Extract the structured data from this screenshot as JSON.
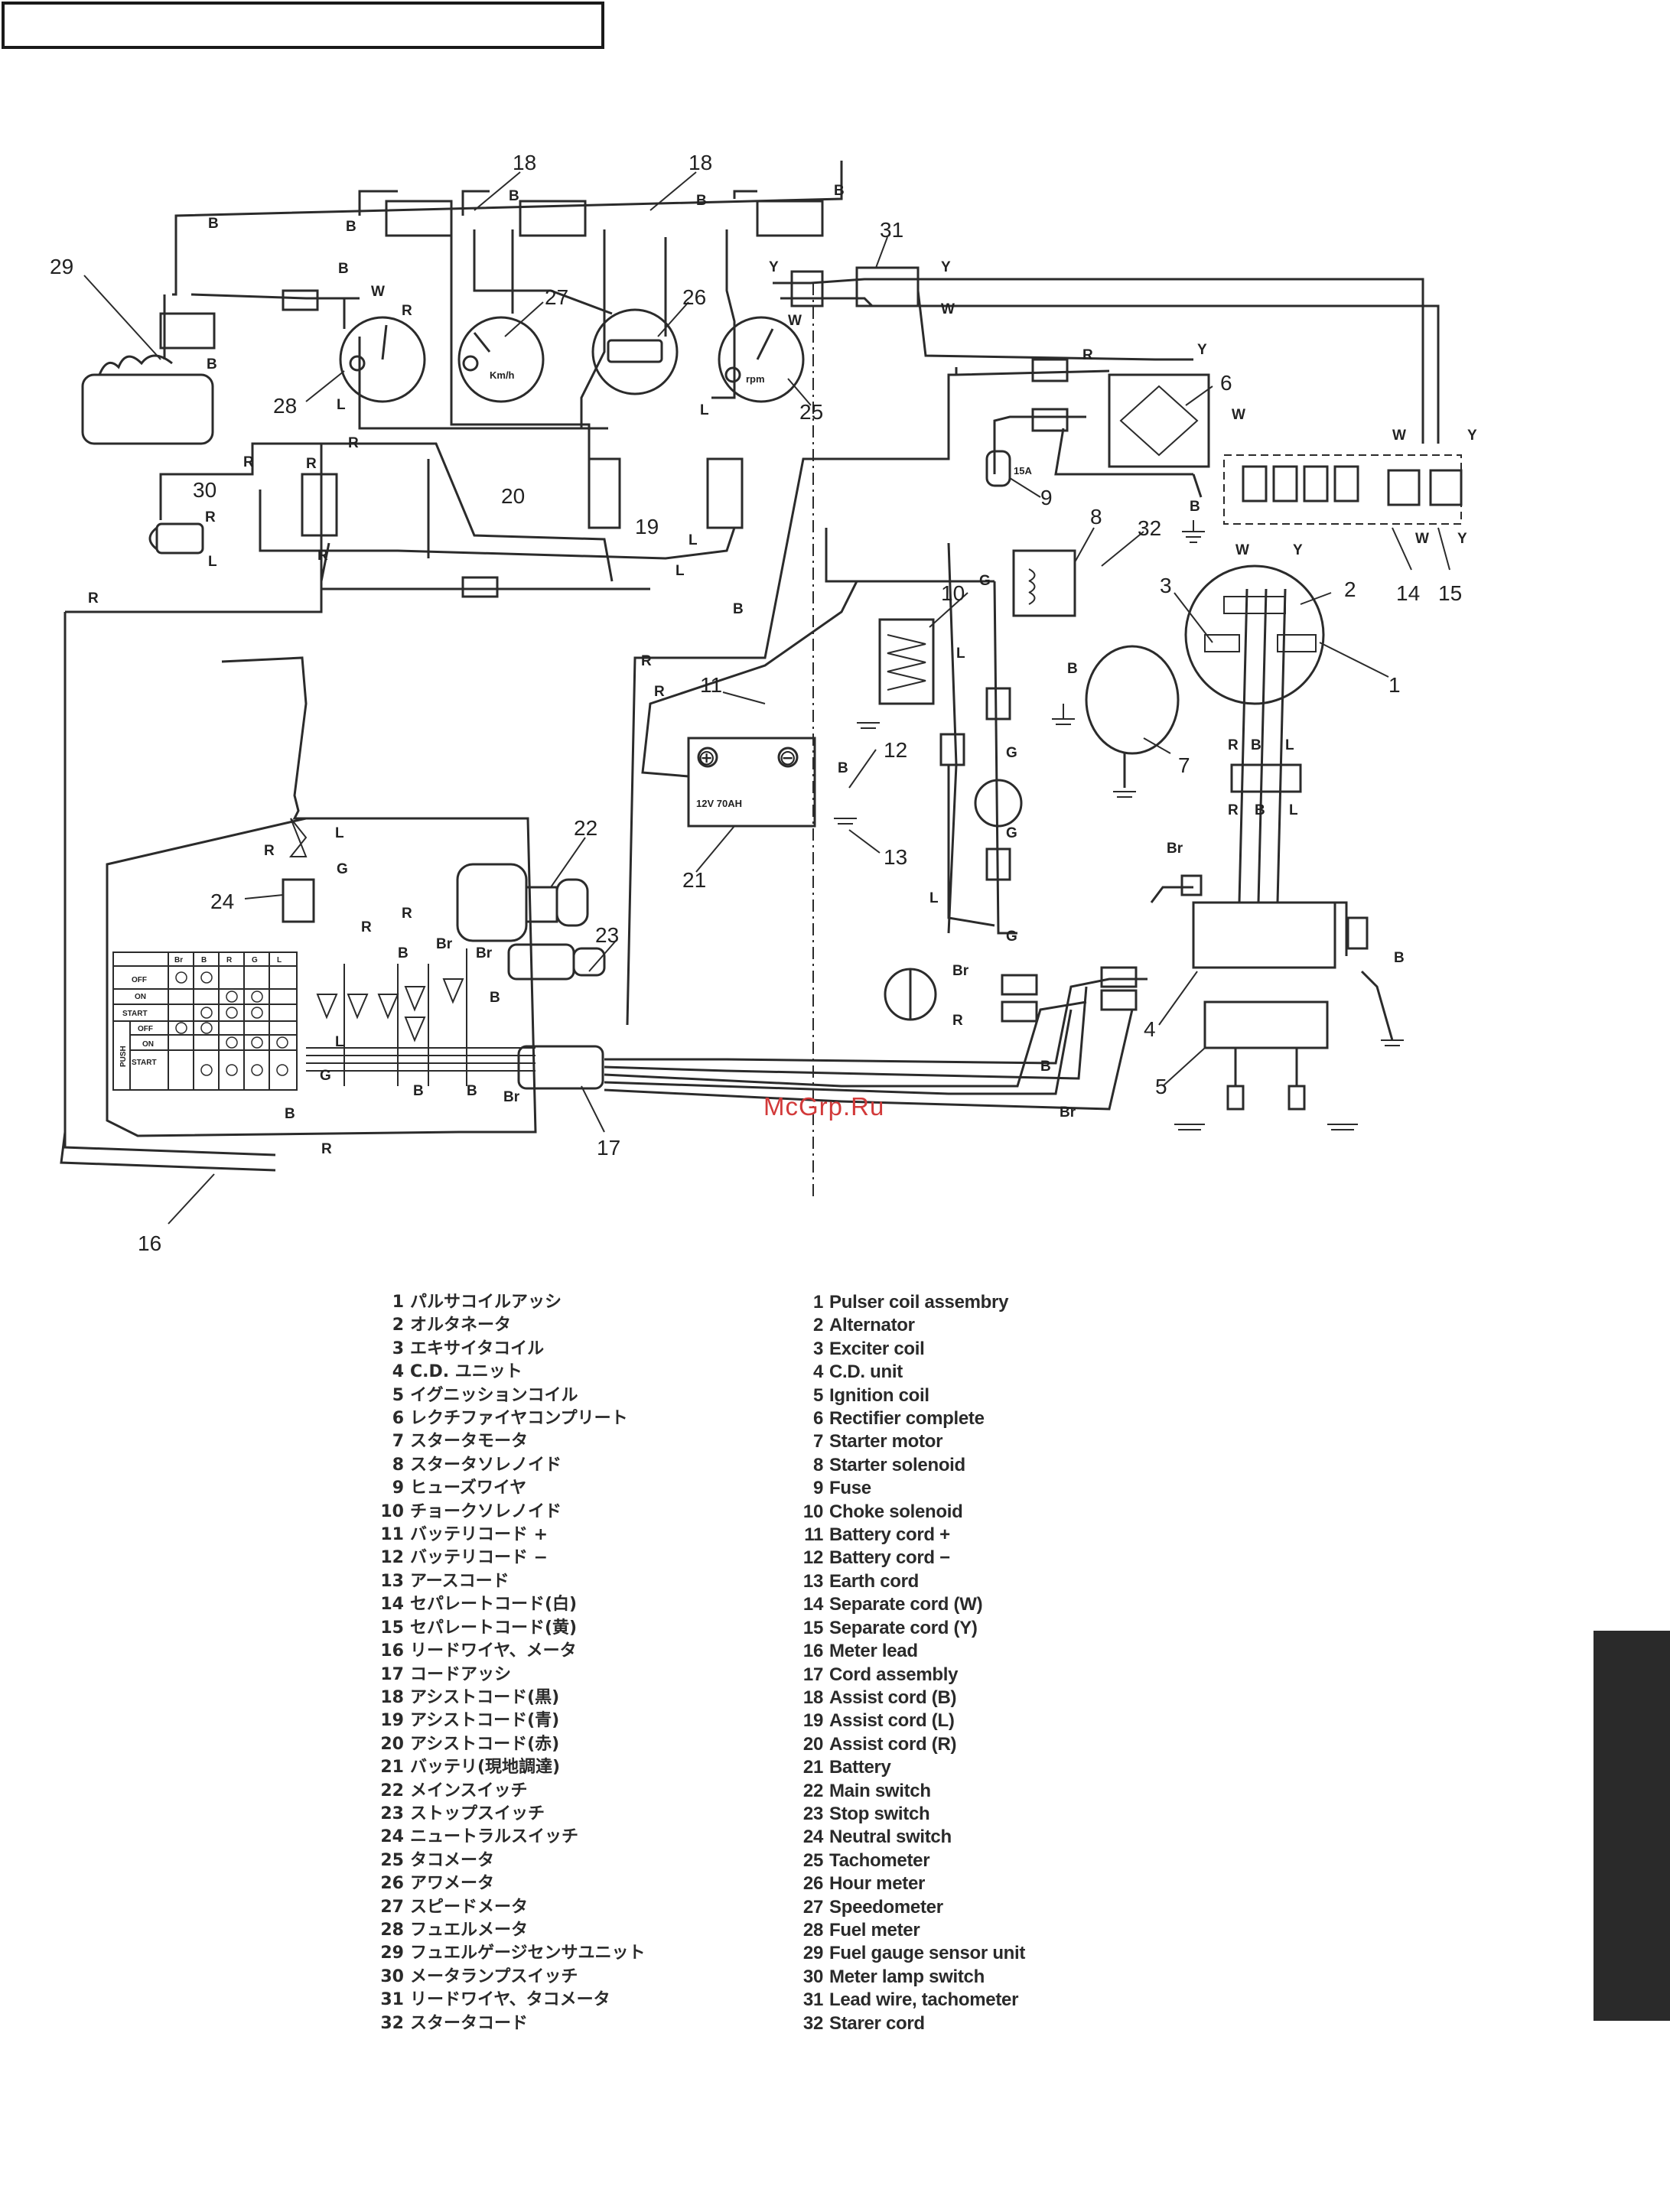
{
  "watermark": "McGrp.Ru",
  "callouts": [
    "1",
    "2",
    "3",
    "4",
    "5",
    "6",
    "7",
    "8",
    "9",
    "10",
    "11",
    "12",
    "13",
    "14",
    "15",
    "16",
    "17",
    "18",
    "18",
    "19",
    "20",
    "21",
    "22",
    "23",
    "24",
    "25",
    "26",
    "27",
    "28",
    "29",
    "30",
    "31",
    "32"
  ],
  "wire_colors": {
    "B": "B",
    "R": "R",
    "L": "L",
    "G": "G",
    "W": "W",
    "Y": "Y",
    "Br": "Br"
  },
  "component_text": {
    "battery_rating": "12V 70AH",
    "fuse_rating": "15A",
    "speedometer_unit": "Km/h",
    "tachometer_unit": "rpm"
  },
  "switch_table": {
    "columns": [
      "Br",
      "B",
      "R",
      "G",
      "L"
    ],
    "rows": [
      "OFF",
      "ON",
      "START",
      "OFF",
      "ON",
      "START"
    ],
    "push_label": "PUSH"
  },
  "legend": [
    {
      "num": "1",
      "jp": "パルサコイルアッシ",
      "en": "Pulser coil assembry"
    },
    {
      "num": "2",
      "jp": "オルタネータ",
      "en": "Alternator"
    },
    {
      "num": "3",
      "jp": "エキサイタコイル",
      "en": "Exciter coil"
    },
    {
      "num": "4",
      "jp": "C.D. ユニット",
      "en": "C.D. unit"
    },
    {
      "num": "5",
      "jp": "イグニッションコイル",
      "en": "Ignition coil"
    },
    {
      "num": "6",
      "jp": "レクチファイヤコンプリート",
      "en": "Rectifier complete"
    },
    {
      "num": "7",
      "jp": "スタータモータ",
      "en": "Starter motor"
    },
    {
      "num": "8",
      "jp": "スタータソレノイド",
      "en": "Starter solenoid"
    },
    {
      "num": "9",
      "jp": "ヒューズワイヤ",
      "en": "Fuse"
    },
    {
      "num": "10",
      "jp": "チョークソレノイド",
      "en": "Choke solenoid"
    },
    {
      "num": "11",
      "jp": "バッテリコード +",
      "en": "Battery cord +"
    },
    {
      "num": "12",
      "jp": "バッテリコード −",
      "en": "Battery cord −"
    },
    {
      "num": "13",
      "jp": "アースコード",
      "en": "Earth cord"
    },
    {
      "num": "14",
      "jp": "セパレートコード(白)",
      "en": "Separate cord (W)"
    },
    {
      "num": "15",
      "jp": "セパレートコード(黄)",
      "en": "Separate cord (Y)"
    },
    {
      "num": "16",
      "jp": "リードワイヤ、メータ",
      "en": "Meter lead"
    },
    {
      "num": "17",
      "jp": "コードアッシ",
      "en": "Cord assembly"
    },
    {
      "num": "18",
      "jp": "アシストコード(黒)",
      "en": "Assist cord (B)"
    },
    {
      "num": "19",
      "jp": "アシストコード(青)",
      "en": "Assist cord (L)"
    },
    {
      "num": "20",
      "jp": "アシストコード(赤)",
      "en": "Assist cord (R)"
    },
    {
      "num": "21",
      "jp": "バッテリ(現地調達)",
      "en": "Battery"
    },
    {
      "num": "22",
      "jp": "メインスイッチ",
      "en": "Main switch"
    },
    {
      "num": "23",
      "jp": "ストップスイッチ",
      "en": "Stop switch"
    },
    {
      "num": "24",
      "jp": "ニュートラルスイッチ",
      "en": "Neutral switch"
    },
    {
      "num": "25",
      "jp": "タコメータ",
      "en": "Tachometer"
    },
    {
      "num": "26",
      "jp": "アワメータ",
      "en": "Hour meter"
    },
    {
      "num": "27",
      "jp": "スピードメータ",
      "en": "Speedometer"
    },
    {
      "num": "28",
      "jp": "フュエルメータ",
      "en": "Fuel meter"
    },
    {
      "num": "29",
      "jp": "フュエルゲージセンサユニット",
      "en": "Fuel gauge sensor unit"
    },
    {
      "num": "30",
      "jp": "メータランプスイッチ",
      "en": "Meter lamp switch"
    },
    {
      "num": "31",
      "jp": "リードワイヤ、タコメータ",
      "en": "Lead wire, tachometer"
    },
    {
      "num": "32",
      "jp": "スタータコード",
      "en": "Starer cord"
    }
  ]
}
